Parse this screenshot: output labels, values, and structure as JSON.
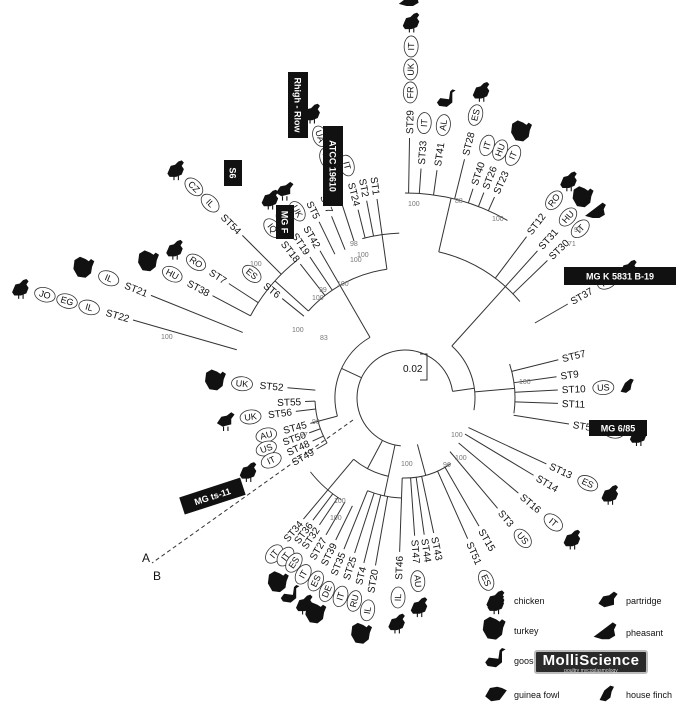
{
  "tree": {
    "clade_labels": {
      "a": "A",
      "b": "B"
    },
    "scale_label": "0.02",
    "leaves": [
      {
        "st": "ST1",
        "countries": [],
        "hosts": []
      },
      {
        "st": "ST2",
        "countries": [],
        "hosts": []
      },
      {
        "st": "ST24",
        "countries": [
          "IT"
        ],
        "hosts": []
      },
      {
        "st": "ST8",
        "countries": [
          "ES",
          "UA"
        ],
        "hosts": [
          "chicken"
        ]
      },
      {
        "st": "ST7",
        "countries": [],
        "hosts": []
      },
      {
        "st": "ST5",
        "countries": [],
        "hosts": []
      },
      {
        "st": "ST42",
        "countries": [
          "UK"
        ],
        "hosts": [
          "partridge"
        ]
      },
      {
        "st": "ST19",
        "countries": [
          "IL"
        ],
        "hosts": [
          "chicken"
        ]
      },
      {
        "st": "ST18",
        "countries": [
          "IQ"
        ],
        "hosts": []
      },
      {
        "st": "ST54",
        "countries": [
          "IL",
          "CZ"
        ],
        "hosts": [
          "chicken"
        ]
      },
      {
        "st": "ST6",
        "countries": [
          "ES"
        ],
        "hosts": []
      },
      {
        "st": "ST7",
        "countries": [
          "RO"
        ],
        "hosts": [
          "chicken"
        ]
      },
      {
        "st": "ST38",
        "countries": [
          "HU"
        ],
        "hosts": [
          "turkey"
        ]
      },
      {
        "st": "ST21",
        "countries": [
          "IL"
        ],
        "hosts": [
          "turkey"
        ]
      },
      {
        "st": "ST22",
        "countries": [
          "IL",
          "EG",
          "JO"
        ],
        "hosts": [
          "chicken"
        ]
      },
      {
        "st": "ST52",
        "countries": [
          "UK"
        ],
        "hosts": [
          "turkey"
        ]
      },
      {
        "st": "ST55",
        "countries": [],
        "hosts": []
      },
      {
        "st": "ST56",
        "countries": [
          "UK"
        ],
        "hosts": [
          "partridge"
        ]
      },
      {
        "st": "ST45",
        "countries": [
          "AU"
        ],
        "hosts": []
      },
      {
        "st": "ST50",
        "countries": [
          "US"
        ],
        "hosts": []
      },
      {
        "st": "ST48",
        "countries": [
          "IT"
        ],
        "hosts": [
          "chicken"
        ]
      },
      {
        "st": "ST49",
        "countries": [],
        "hosts": []
      },
      {
        "st": "ST34",
        "countries": [
          "IT"
        ],
        "hosts": []
      },
      {
        "st": "ST36",
        "countries": [
          "IT"
        ],
        "hosts": []
      },
      {
        "st": "ST32",
        "countries": [
          "ES"
        ],
        "hosts": [
          "turkey"
        ]
      },
      {
        "st": "ST27",
        "countries": [
          "IT"
        ],
        "hosts": [
          "goose"
        ]
      },
      {
        "st": "ST39",
        "countries": [
          "ES"
        ],
        "hosts": [
          "chicken"
        ]
      },
      {
        "st": "ST35",
        "countries": [
          "DE"
        ],
        "hosts": [
          "turkey"
        ]
      },
      {
        "st": "ST25",
        "countries": [
          "IT"
        ],
        "hosts": []
      },
      {
        "st": "ST4",
        "countries": [
          "RU"
        ],
        "hosts": []
      },
      {
        "st": "ST20",
        "countries": [
          "IL"
        ],
        "hosts": [
          "turkey"
        ]
      },
      {
        "st": "ST46",
        "countries": [
          "IL"
        ],
        "hosts": [
          "chicken"
        ]
      },
      {
        "st": "ST47",
        "countries": [
          "AU"
        ],
        "hosts": [
          "chicken"
        ]
      },
      {
        "st": "ST44",
        "countries": [],
        "hosts": []
      },
      {
        "st": "ST43",
        "countries": [],
        "hosts": []
      },
      {
        "st": "ST51",
        "countries": [
          "ES"
        ],
        "hosts": [
          "chicken"
        ]
      },
      {
        "st": "ST15",
        "countries": [],
        "hosts": []
      },
      {
        "st": "ST3",
        "countries": [
          "US"
        ],
        "hosts": []
      },
      {
        "st": "ST16",
        "countries": [
          "IT"
        ],
        "hosts": [
          "chicken"
        ]
      },
      {
        "st": "ST14",
        "countries": [],
        "hosts": []
      },
      {
        "st": "ST13",
        "countries": [
          "ES"
        ],
        "hosts": [
          "chicken"
        ]
      },
      {
        "st": "ST53",
        "countries": [
          "AU"
        ],
        "hosts": [
          "chicken"
        ]
      },
      {
        "st": "ST11",
        "countries": [],
        "hosts": []
      },
      {
        "st": "ST10",
        "countries": [
          "US"
        ],
        "hosts": [
          "house finch"
        ]
      },
      {
        "st": "ST9",
        "countries": [],
        "hosts": []
      },
      {
        "st": "ST57",
        "countries": [],
        "hosts": []
      },
      {
        "st": "ST37",
        "countries": [
          "HU"
        ],
        "hosts": [
          "chicken"
        ]
      },
      {
        "st": "ST30",
        "countries": [
          "IT"
        ],
        "hosts": [
          "pheasant"
        ]
      },
      {
        "st": "ST31",
        "countries": [
          "HU"
        ],
        "hosts": [
          "turkey"
        ]
      },
      {
        "st": "ST12",
        "countries": [
          "RO"
        ],
        "hosts": [
          "chicken"
        ]
      },
      {
        "st": "ST23",
        "countries": [
          "IT"
        ],
        "hosts": [
          "turkey"
        ]
      },
      {
        "st": "ST26",
        "countries": [
          "HU"
        ],
        "hosts": []
      },
      {
        "st": "ST40",
        "countries": [
          "IT"
        ],
        "hosts": []
      },
      {
        "st": "ST28",
        "countries": [
          "ES"
        ],
        "hosts": [
          "chicken"
        ]
      },
      {
        "st": "ST41",
        "countries": [
          "AL"
        ],
        "hosts": [
          "goose"
        ]
      },
      {
        "st": "ST33",
        "countries": [
          "IT"
        ],
        "hosts": []
      },
      {
        "st": "ST29",
        "countries": [
          "FR",
          "UK",
          "IT"
        ],
        "hosts": [
          "chicken",
          "pheasant",
          "chicken"
        ]
      }
    ],
    "bootstrap": [
      "98",
      "100",
      "100",
      "99",
      "100",
      "100",
      "100",
      "100",
      "100",
      "83",
      "90",
      "97",
      "100",
      "100",
      "96",
      "100",
      "100",
      "100",
      "100",
      "100",
      "88",
      "100",
      "91",
      "71"
    ],
    "reference_strains": [
      {
        "id": "rhigh",
        "label": "Rhigh - Rlow"
      },
      {
        "id": "atcc",
        "label": "ATCC 19610"
      },
      {
        "id": "s6",
        "label": "S6"
      },
      {
        "id": "mgf",
        "label": "MG F"
      },
      {
        "id": "k5831",
        "label": "MG K 5831 B-19"
      },
      {
        "id": "mg685",
        "label": "MG 6/85"
      },
      {
        "id": "ts11",
        "label": "MG ts-11"
      }
    ]
  },
  "legend": [
    {
      "host": "chicken",
      "label": "chicken"
    },
    {
      "host": "turkey",
      "label": "turkey"
    },
    {
      "host": "goose",
      "label": "goose"
    },
    {
      "host": "guinea fowl",
      "label": "guinea fowl"
    },
    {
      "host": "partridge",
      "label": "partridge"
    },
    {
      "host": "pheasant",
      "label": "pheasant"
    },
    {
      "host": "house finch",
      "label": "house finch"
    }
  ],
  "watermark": {
    "brand": "MolliScience",
    "tagline": "poultry mycoplasmology"
  },
  "colors": {
    "line": "#333333",
    "ink": "#111111",
    "bootstrap": "#777777",
    "ref_fill": "#111111"
  }
}
